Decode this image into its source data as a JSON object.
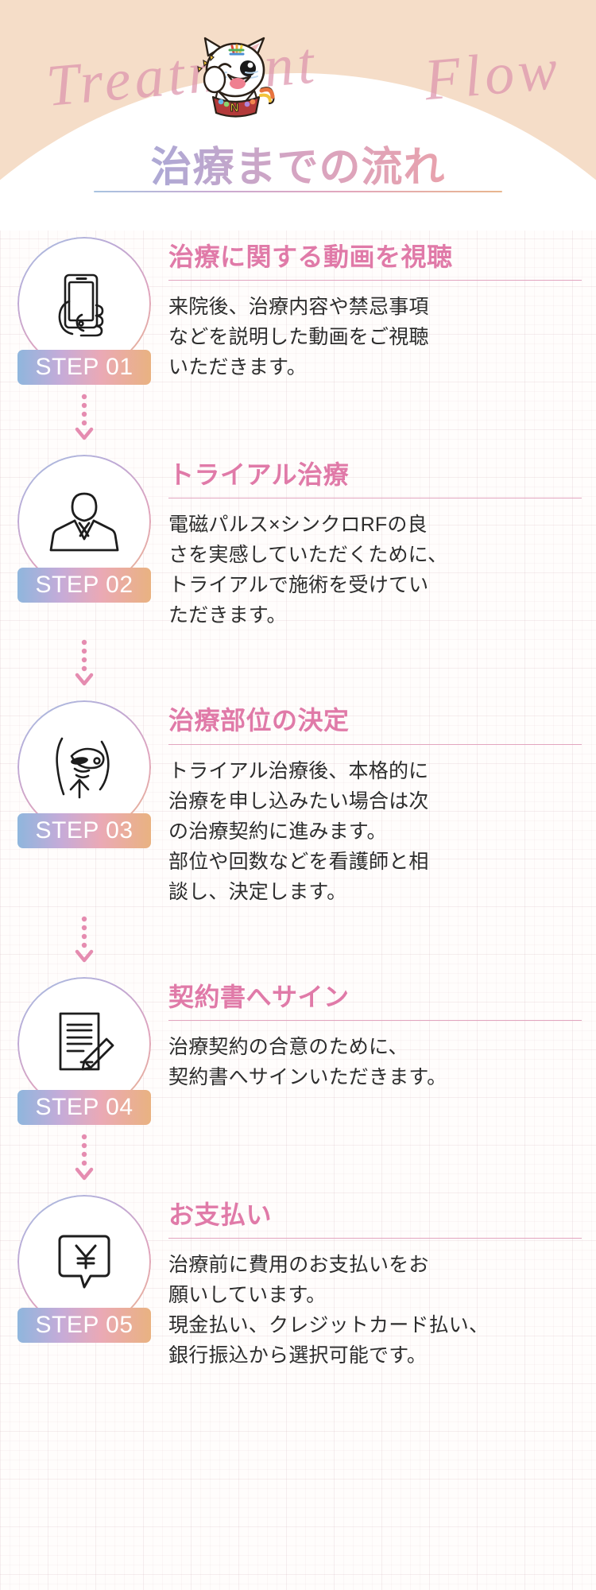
{
  "header": {
    "script_left": "Treatment",
    "script_right": "Flow",
    "title": "治療までの流れ",
    "mascot_letter": "N"
  },
  "steps": [
    {
      "badge": "STEP 01",
      "title": "治療に関する動画を視聴",
      "icon": "smartphone-hand-icon",
      "body": [
        "来院後、治療内容や禁忌事項",
        "などを説明した動画をご視聴",
        "いただきます。"
      ]
    },
    {
      "badge": "STEP 02",
      "title": "トライアル治療",
      "icon": "person-bust-icon",
      "body": [
        "電磁パルス×シンクロRFの良",
        "さを実感していただくために、",
        "トライアルで施術を受けてい",
        "ただきます。"
      ]
    },
    {
      "badge": "STEP 03",
      "title": "治療部位の決定",
      "icon": "body-treatment-icon",
      "body": [
        "トライアル治療後、本格的に",
        "治療を申し込みたい場合は次",
        "の治療契約に進みます。",
        "部位や回数などを看護師と相",
        "談し、決定します。"
      ]
    },
    {
      "badge": "STEP 04",
      "title": "契約書へサイン",
      "icon": "document-pen-icon",
      "body": [
        "治療契約の合意のために、",
        "契約書へサインいただきます。"
      ]
    },
    {
      "badge": "STEP 05",
      "title": "お支払い",
      "icon": "yen-speech-bubble-icon",
      "body": [
        "治療前に費用のお支払いをお",
        "願いしています。",
        "現金払い、クレジットカード払い、",
        "銀行振込から選択可能です。"
      ]
    }
  ],
  "colors": {
    "header_bg": "#f5ddc8",
    "title_gradient_start": "#9ab8dc",
    "title_gradient_end": "#ebb48f",
    "step_title": "#e07aa8",
    "badge_gradient_start": "#8fb6dd",
    "badge_gradient_end": "#e9b281",
    "arrow": "#e58cb0",
    "body_text": "#2d2d2d"
  }
}
